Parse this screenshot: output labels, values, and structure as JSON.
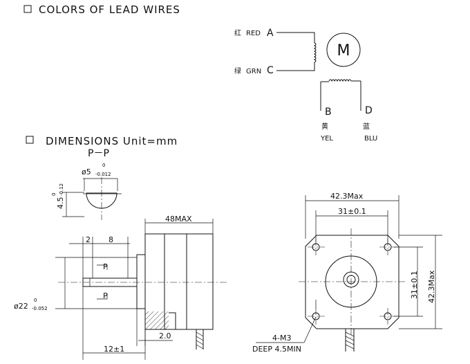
{
  "sections": {
    "colors_title": "COLORS OF LEAD WIRES",
    "dimensions_title": "DIMENSIONS Unit=mm"
  },
  "wiring": {
    "motor_symbol": "M",
    "leads": [
      {
        "letter": "A",
        "color_cn": "红",
        "color_en": "RED"
      },
      {
        "letter": "C",
        "color_cn": "绿",
        "color_en": "GRN"
      },
      {
        "letter": "B",
        "color_cn": "黄",
        "color_en": "YEL"
      },
      {
        "letter": "D",
        "color_cn": "蓝",
        "color_en": "BLU"
      }
    ]
  },
  "section_view": {
    "label": "P－P",
    "shaft_dia": "ø5",
    "shaft_dia_tol_upper": "0",
    "shaft_dia_tol_lower": "-0.012",
    "flat": "4.5",
    "flat_tol_upper": "0",
    "flat_tol_lower": "-0.12"
  },
  "side_view": {
    "length": "48MAX",
    "dim_2": "2",
    "dim_8": "8",
    "section_mark_upper": "P",
    "section_mark_lower": "P",
    "boss_dia": "ø22",
    "boss_tol_upper": "0",
    "boss_tol_lower": "-0.052",
    "boss_height": "2.0",
    "shaft_length": "12±1"
  },
  "front_view": {
    "width": "42.3Max",
    "hole_spacing_h": "31±0.1",
    "hole_spacing_v": "31±0.1",
    "height": "42.3Max",
    "holes_label": "4-M3",
    "holes_depth": "DEEP 4.5MIN"
  }
}
